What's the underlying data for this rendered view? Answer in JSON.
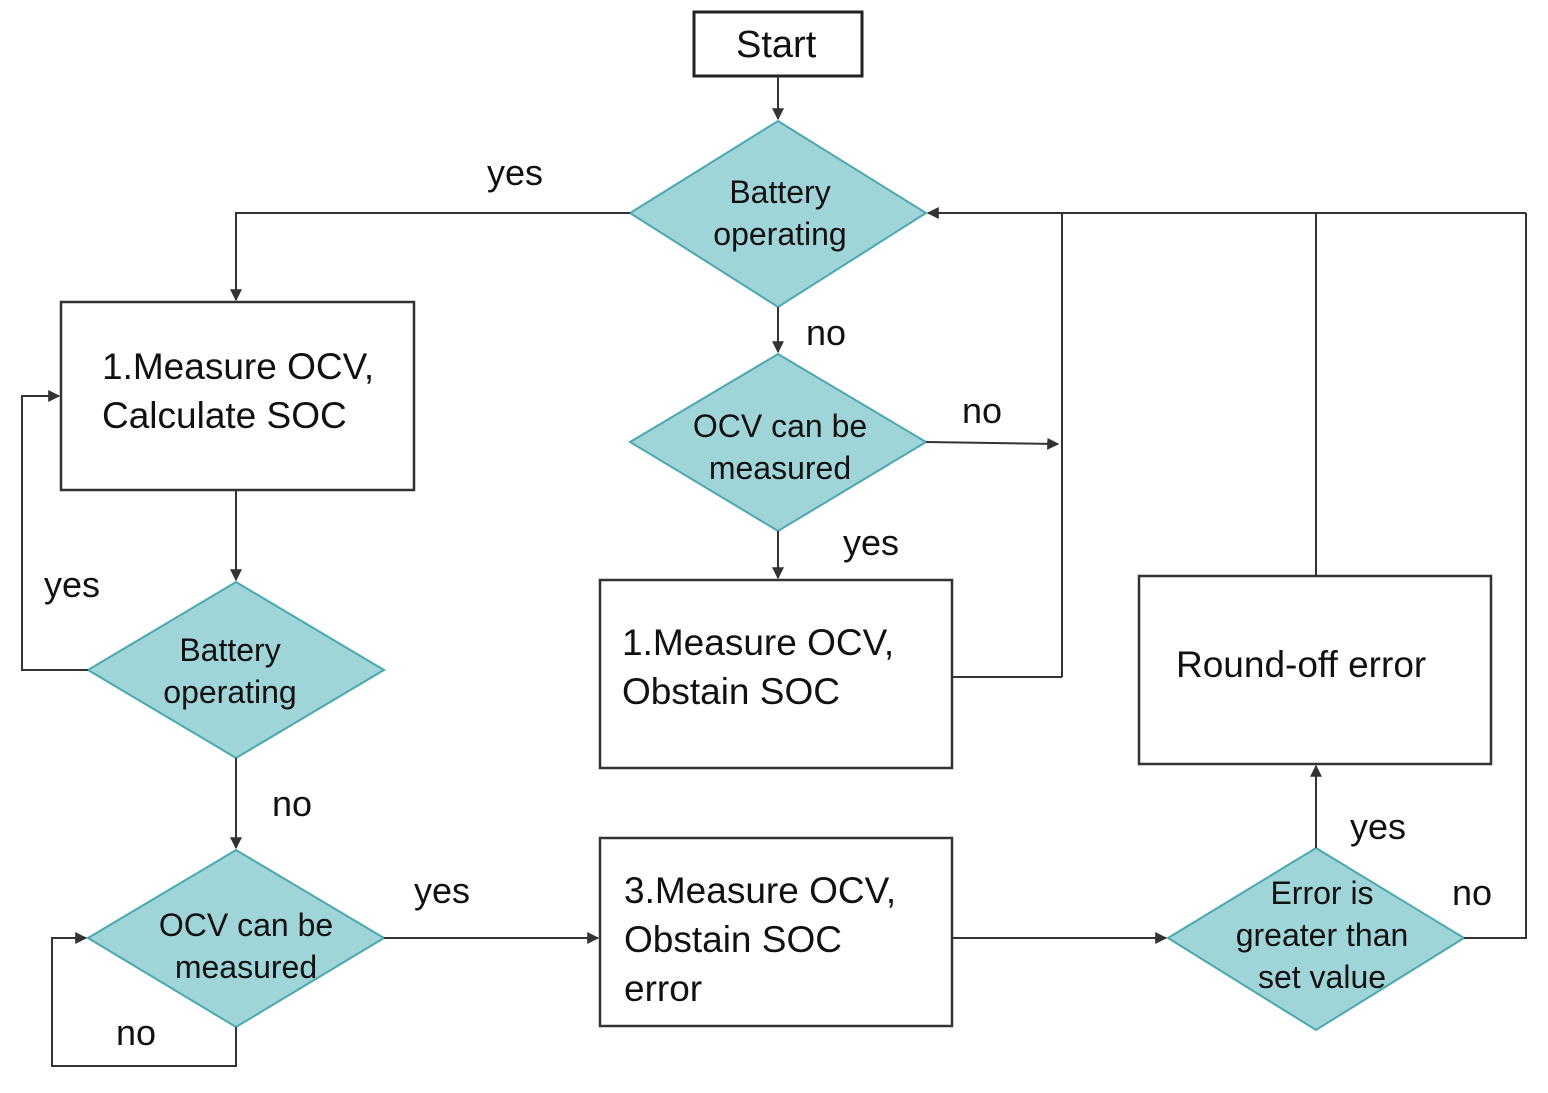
{
  "nodes": {
    "start": "Start",
    "battery_operating_top": "Battery\noperating",
    "measure_calc": "1.Measure OCV,\nCalculate SOC",
    "ocv_measurable_top": "OCV can be\nmeasured",
    "measure_obstain": "1.Measure OCV,\nObstain SOC",
    "round_off": "Round-off error",
    "battery_operating_left": "Battery\noperating",
    "ocv_measurable_bottom": "OCV can be\nmeasured",
    "measure_error": "3.Measure OCV,\nObstain SOC\nerror",
    "error_check": "Error is\ngreater than\nset value"
  },
  "edge_labels": {
    "top_yes": "yes",
    "top_no": "no",
    "ocv_top_no": "no",
    "ocv_top_yes": "yes",
    "left_yes": "yes",
    "left_no": "no",
    "bottom_yes": "yes",
    "bottom_no": "no",
    "error_yes": "yes",
    "error_no": "no"
  },
  "colors": {
    "diamond_fill": "#9fd4d8",
    "diamond_stroke": "#4aa8ae",
    "line": "#333333"
  }
}
